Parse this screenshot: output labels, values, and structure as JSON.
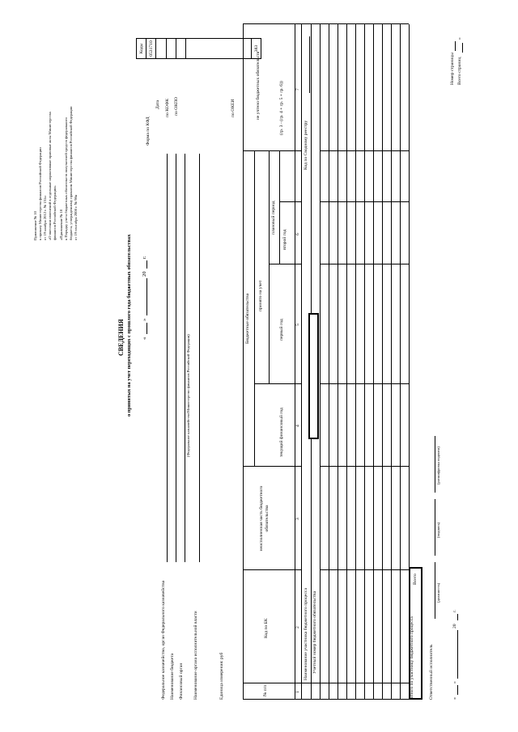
{
  "header": {
    "appendix_lines": [
      "Приложение № 10",
      "к приказу Министерства финансов Российской Федерации",
      "от 19 ноября 2012 г. № 151н",
      "«О внесении изменений в отдельные нормативные правовые акты Министерства",
      "финансов Российской Федерации»",
      "«Приложение № 10",
      "к Порядку учета бюджетных обязательств получателей средств федерального",
      "бюджета, утвержденному приказом Министерства финансов Российской Федерации",
      "от 19 сентября                                                            2008 г. № 98н"
    ]
  },
  "title": {
    "line1": "СВЕДЕНИЯ",
    "line2": "о принятых на учет переходящих с прошлого года бюджетных обязательствах",
    "date_open": "«",
    "date_mid": "»",
    "date_year": "20",
    "date_suffix": "г."
  },
  "codes": {
    "header": "Коды",
    "rows": [
      {
        "label": "Форма по КФД",
        "value": "0531710"
      },
      {
        "label": "Дата",
        "value": ""
      },
      {
        "label": "по КОФК",
        "value": ""
      },
      {
        "label": "по ОКПО",
        "value": ""
      },
      {
        "label": "",
        "value": ""
      },
      {
        "label": "по ОКЕИ",
        "value": "383"
      }
    ]
  },
  "fields": [
    "Федеральное казначейство, орган Федерального казначейства",
    "Наименование бюджета",
    "Финансовый орган",
    "Наименование органа исполнительной власти"
  ],
  "fin_org_caption": "(Федеральное казначейство/Министерство финансов Российской Федерации)",
  "unit": "Единица измерения: руб",
  "table": {
    "col_no": "№ п/п",
    "col_bk": "Код по БК",
    "col_unfulfilled": "неисполненная часть бюджетного обязательства",
    "group_obligations": "Бюджетные обязательства",
    "col_current": "текущий финансовый год",
    "group_accepted": "принято на учет",
    "group_planned": "плановый период",
    "col_first": "первый год",
    "col_second": "второй год",
    "col_not_accounted": "не учтено бюджетных обязательств",
    "col_not_accounted_formula": "(гр. 3 - (гр. 4 + гр. 5 + гр. 6))",
    "col_numbers": [
      "1",
      "2",
      "3",
      "4",
      "5",
      "6",
      "7"
    ],
    "participant_name": "Наименование участника бюджетного процесса",
    "registry_code": "Код по Сводному реестру",
    "account_number": "Учетный номер бюджетного обязательства",
    "total_participant": "Итого по участнику бюджетного процесса",
    "total_all": "Всего"
  },
  "footer": {
    "responsible": "Ответственный исполнитель",
    "position_caption": "(должность)",
    "signature_caption": "(подпись)",
    "decode_caption": "(расшифровка подписи)",
    "date_open": "«",
    "date_mid": "»",
    "date_year": "20",
    "date_suffix": "г.",
    "page_number": "Номер страницы",
    "total_pages": "Всего страниц",
    "closing_quote": "»"
  }
}
